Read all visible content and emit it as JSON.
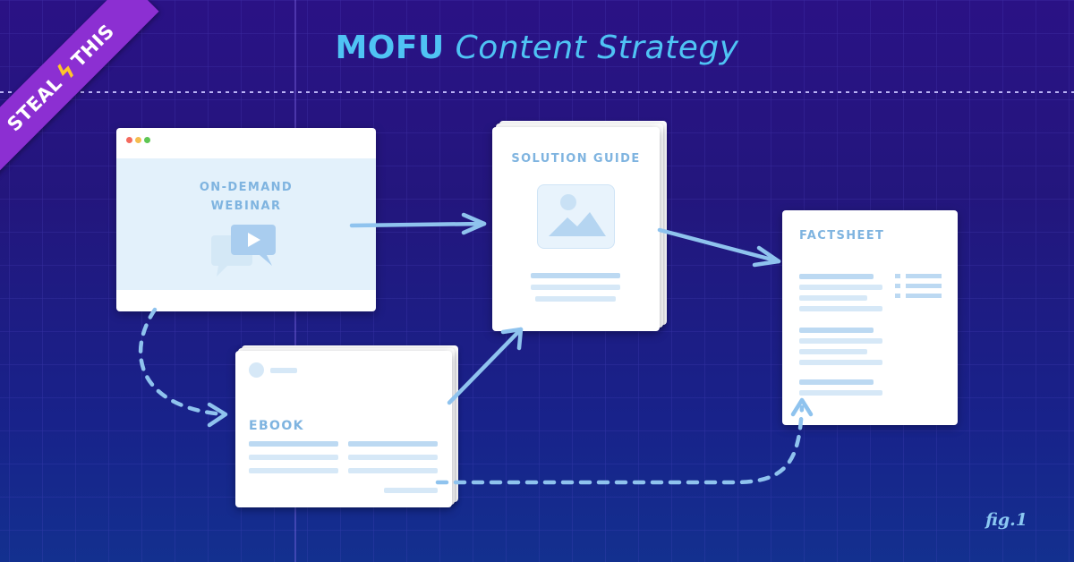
{
  "title": {
    "bold": "MOFU",
    "light": "Content Strategy"
  },
  "badge": {
    "left": "STEAL",
    "right": "THIS"
  },
  "cards": {
    "webinar": {
      "label": "ON-DEMAND\nWEBINAR"
    },
    "solution_guide": {
      "label": "SOLUTION GUIDE"
    },
    "factsheet": {
      "label": "FACTSHEET"
    },
    "ebook": {
      "label": "EBOOK"
    }
  },
  "figure_label": "fig.1",
  "colors": {
    "title": "#4fc3f4",
    "badge": "#8c2fd2",
    "bolt": "#ffc52b",
    "arrow": "#8fc3ee",
    "card_label": "#7fb4e0"
  }
}
